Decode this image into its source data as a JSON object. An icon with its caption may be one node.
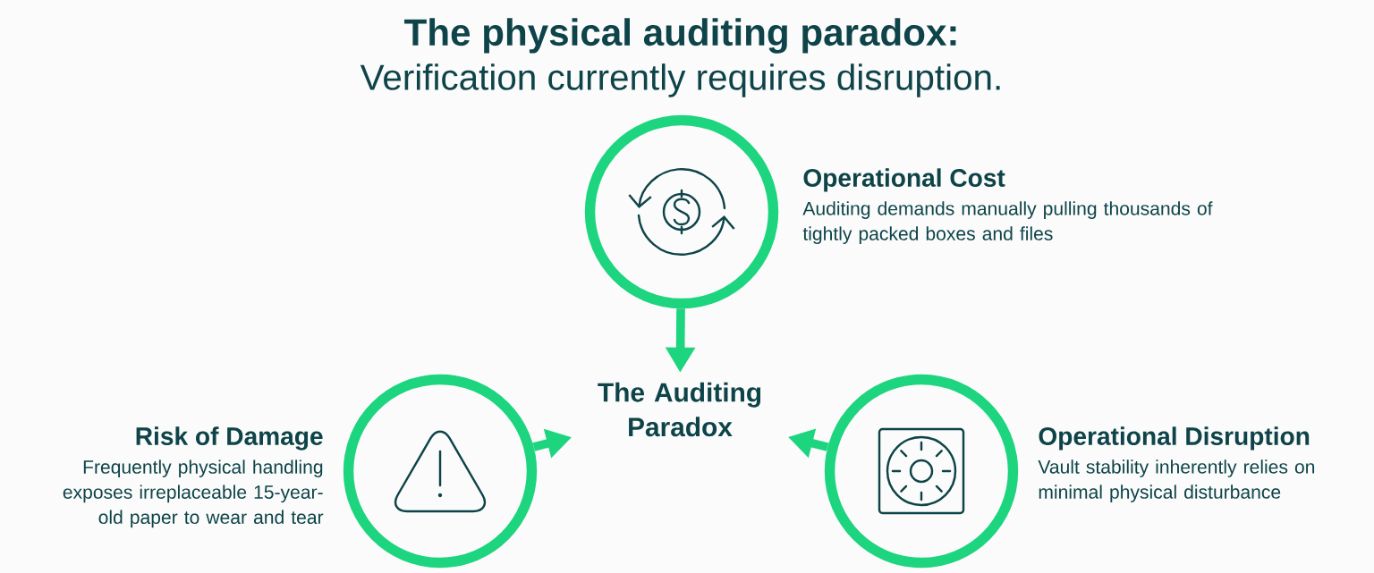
{
  "diagram": {
    "title": "The physical auditing paradox:",
    "nodes": [
      {
        "text": [
          "Operational Cost",
          "Auditing demands manually pulling thousands of tightly packed boxes and files"
        ]
      },
      {
        "text": [
          "The Auditing Paradox"
        ]
      },
      {
        "text": [
          "Risk of Damage",
          "Frequently physical handling exposes irreplaceable 15-year-old paper to wear and tear"
        ]
      },
      {
        "text": [
          "Operational Disruption",
          "Vault stability inherently relies on minimal physical disturbance"
        ]
      }
    ],
    "edges": [
      {
        "from": 0,
        "to": 1,
        "arrow": "to"
      },
      {
        "from": 2,
        "to": 1,
        "arrow": "to"
      },
      {
        "from": 3,
        "to": 1,
        "arrow": "to"
      }
    ],
    "labels": [
      "Verification currently requires disruption."
    ]
  }
}
